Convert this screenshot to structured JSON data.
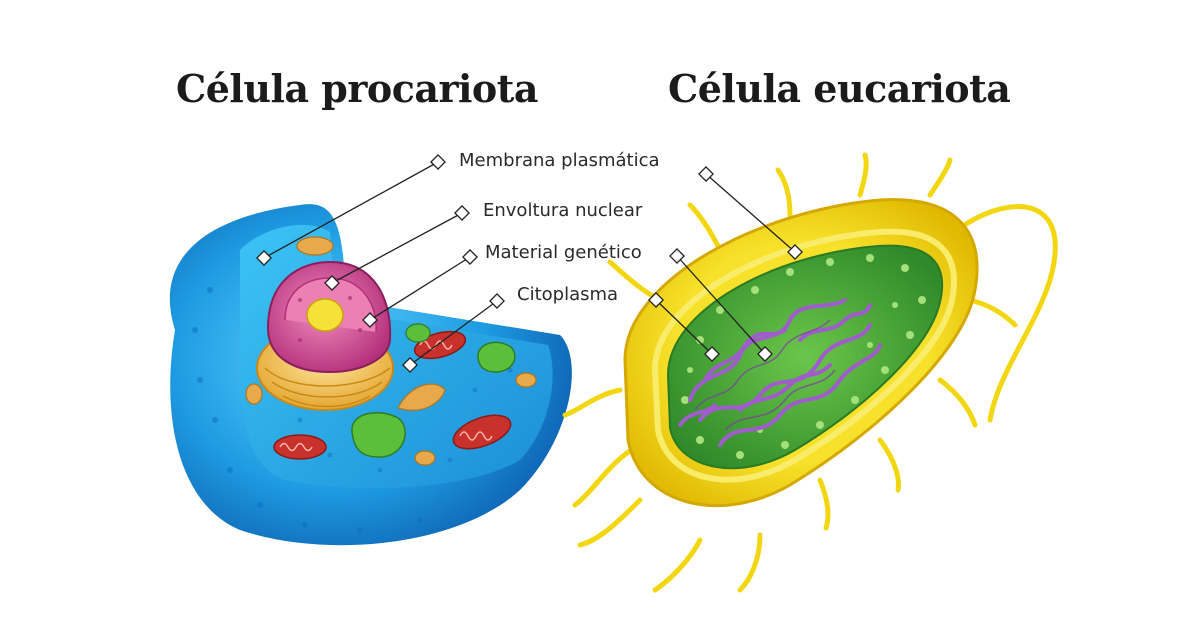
{
  "titles": {
    "left": "Célula procariota",
    "right": "Célula eucariota"
  },
  "labels": [
    "Membrana plasmática",
    "Envoltura nuclear",
    "Material genético",
    "Citoplasma"
  ],
  "colors": {
    "animal_cell": "#1e9be2",
    "bacterium_capsule": "#f2d60f",
    "bacterium_cytoplasm": "#58b33c",
    "genetic_material": "#a05ccc",
    "nucleus": "#d85a9a",
    "mitochondria": "#c9322c"
  }
}
